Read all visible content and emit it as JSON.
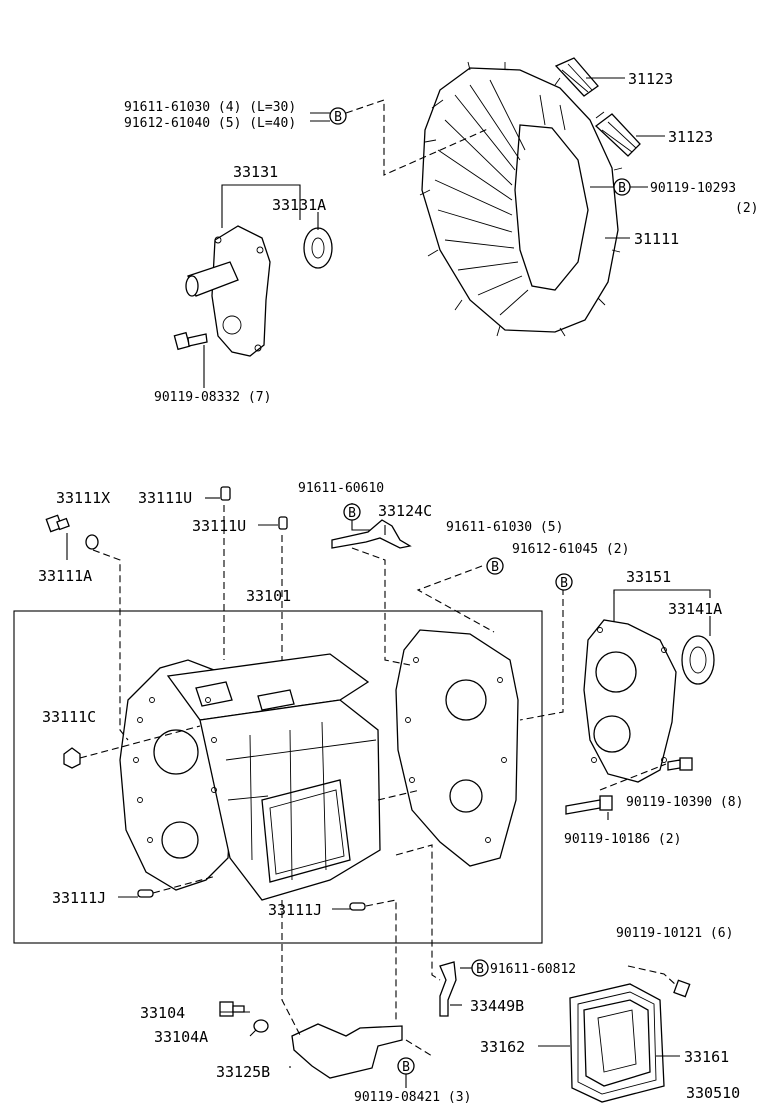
{
  "labels": {
    "l31123a": "31123",
    "l31123b": "31123",
    "l91611a": "91611-61030 (4) (L=30)",
    "l91612a": "91612-61040 (5) (L=40)",
    "l90119_10293": "90119-10293",
    "l90119_10293q": "(2)",
    "l31111": "31111",
    "l33131": "33131",
    "l33131A": "33131A",
    "l90119_08332": "90119-08332 (7)",
    "l91611_60610": "91611-60610",
    "l33111X": "33111X",
    "l33111U_a": "33111U",
    "l33124C": "33124C",
    "l33111U_b": "33111U",
    "l91611_61030b": "91611-61030 (5)",
    "l91612_61045": "91612-61045 (2)",
    "l33111A": "33111A",
    "l33101": "33101",
    "l33151": "33151",
    "l33141A": "33141A",
    "l33111C": "33111C",
    "l90119_10390": "90119-10390 (8)",
    "l90119_10186": "90119-10186 (2)",
    "l33111J_a": "33111J",
    "l33111J_b": "33111J",
    "l90119_10121": "90119-10121 (6)",
    "l91611_60812": "91611-60812",
    "l33104": "33104",
    "l33449B": "33449B",
    "l33104A": "33104A",
    "l33162": "33162",
    "l33161": "33161",
    "l33125B": "33125B",
    "l90119_08421": "90119-08421 (3)",
    "l330510": "330510"
  },
  "marker_letter": "B"
}
